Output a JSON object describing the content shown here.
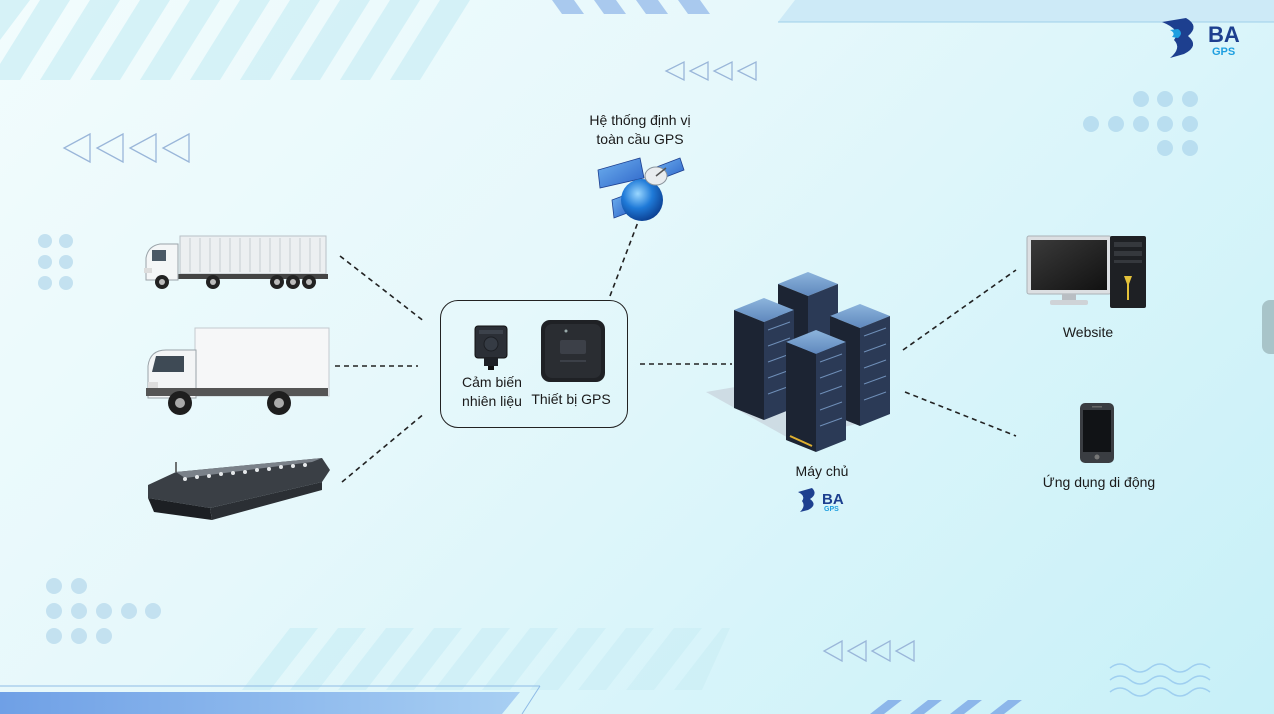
{
  "brand": {
    "logo_main": "BA",
    "logo_sub": "GPS",
    "color_primary": "#1d3f8f",
    "color_accent": "#1e9fe0"
  },
  "diagram": {
    "satellite_label_line1": "Hệ thống định vị",
    "satellite_label_line2": "toàn cầu GPS",
    "fuel_sensor_line1": "Cảm biến",
    "fuel_sensor_line2": "nhiên liệu",
    "gps_device_label": "Thiết bị GPS",
    "server_label": "Máy chủ",
    "website_label": "Website",
    "mobile_label": "Ứng dụng di động",
    "vehicles": [
      "container-truck",
      "box-truck",
      "barge"
    ],
    "icons": [
      "satellite-icon",
      "fuel-sensor-icon",
      "gps-device-icon",
      "server-icon",
      "desktop-computer-icon",
      "smartphone-icon"
    ]
  }
}
